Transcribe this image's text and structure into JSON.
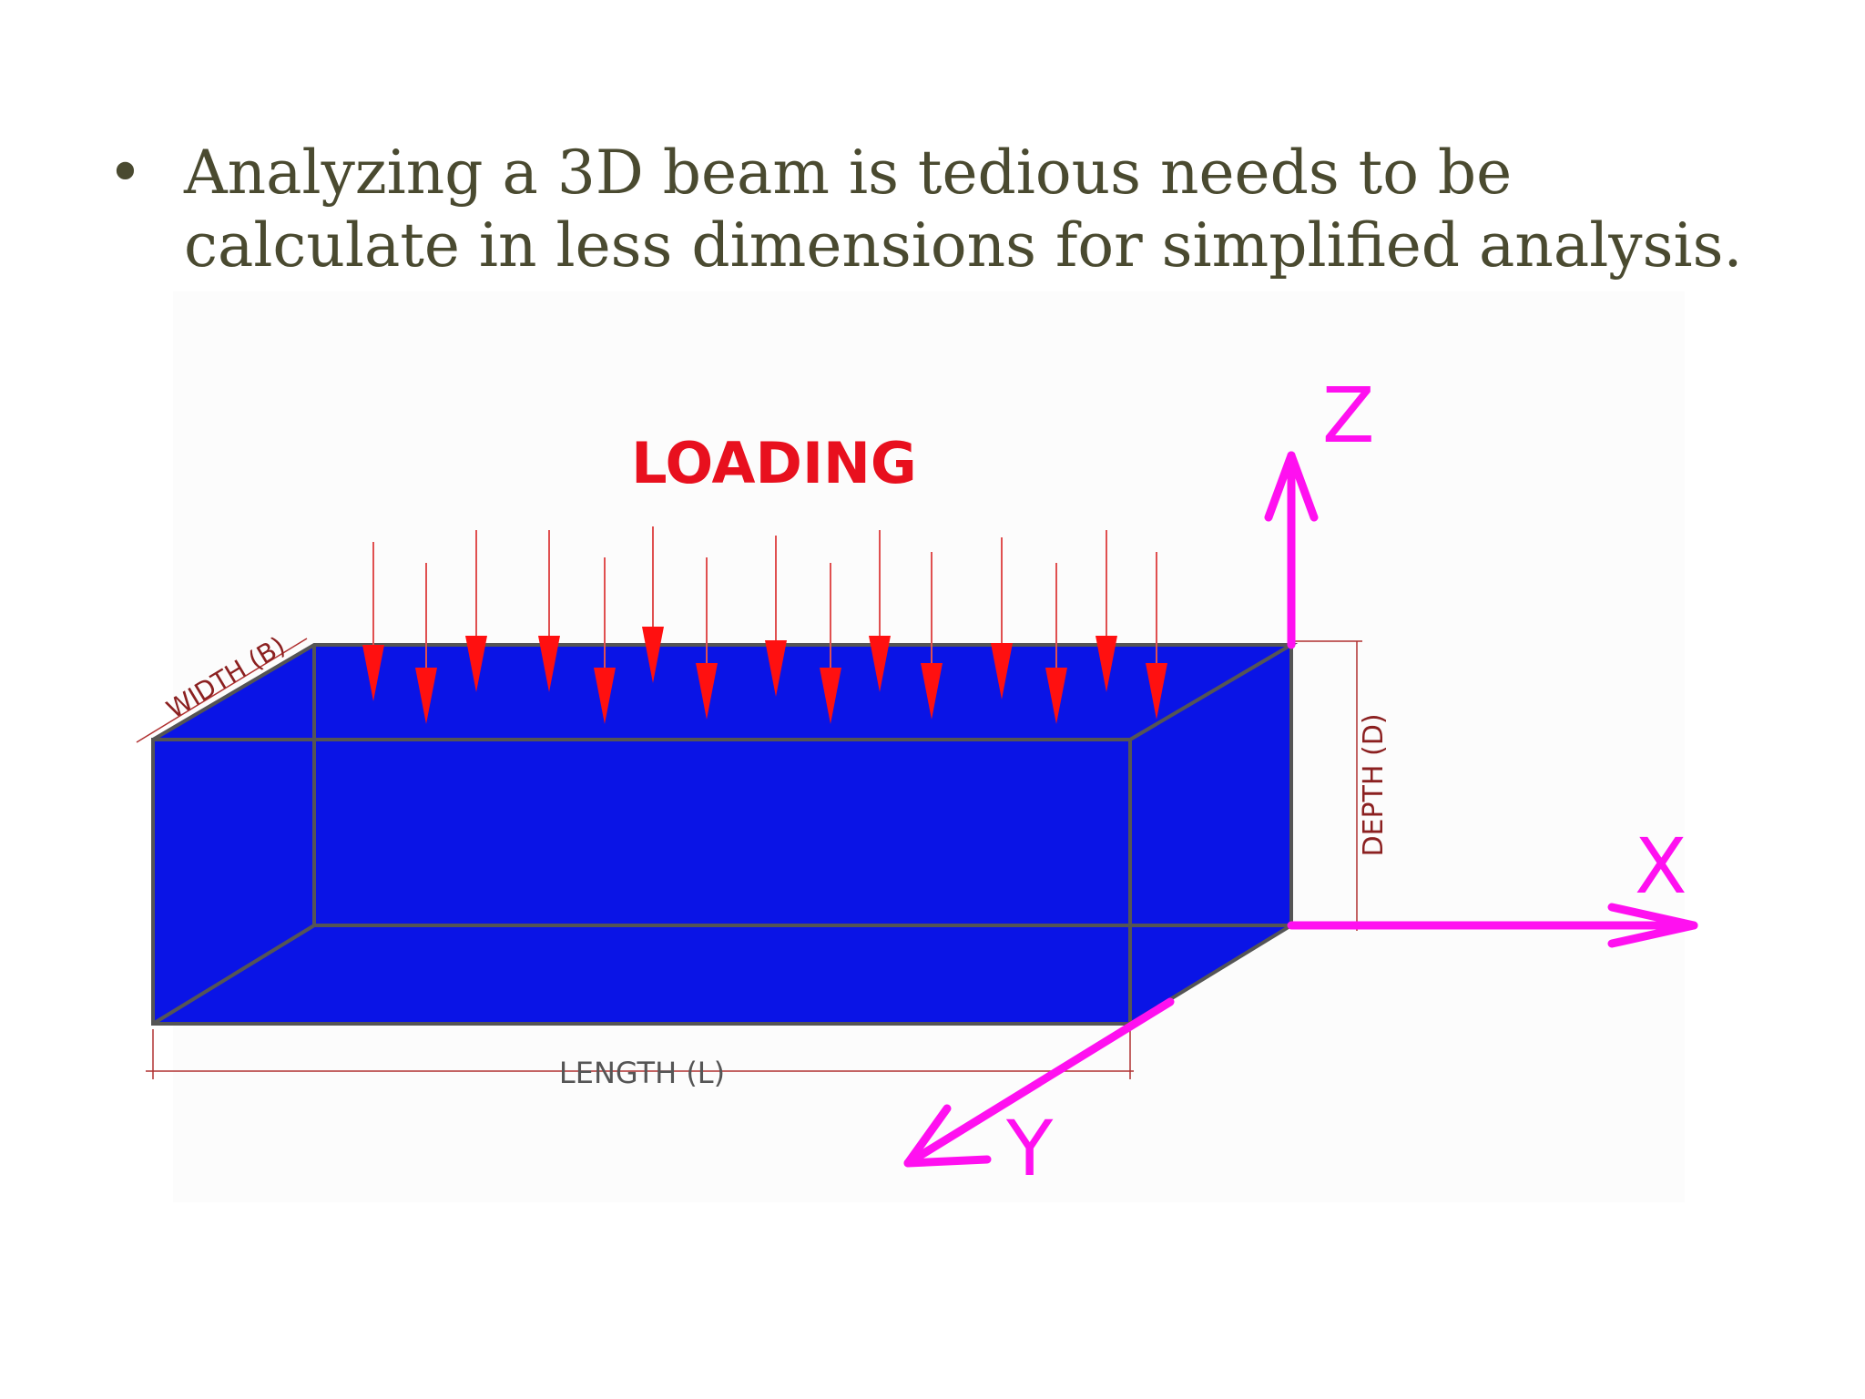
{
  "slide": {
    "bullet_symbol": "•",
    "bullet_text": "Analyzing a 3D beam is tedious needs to be calculate in less dimensions for simplified analysis."
  },
  "diagram": {
    "loading_label": "LOADING",
    "width_label": "WIDTH (B)",
    "depth_label": "DEPTH (D)",
    "length_label": "LENGTH (L)",
    "axis_x": "X",
    "axis_y": "Y",
    "axis_z": "Z",
    "colors": {
      "beam": "#0a14e6",
      "load_arrow": "#ff1010",
      "axes": "#ff10f0",
      "edge": "#555555",
      "text": "#4a4a30"
    }
  }
}
